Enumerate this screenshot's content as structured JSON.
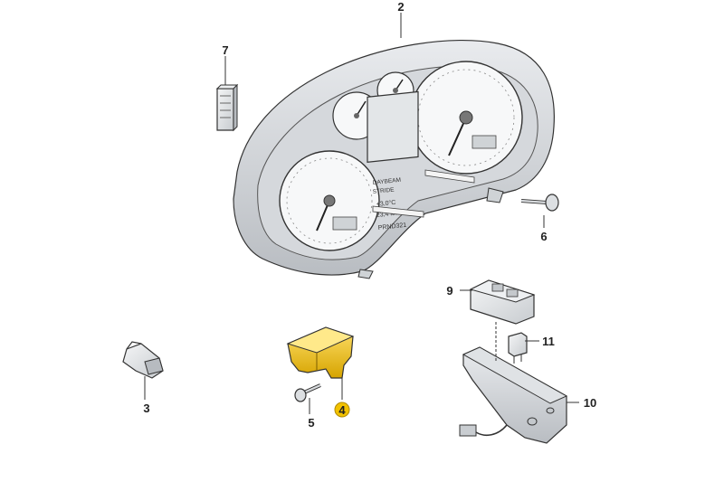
{
  "diagram": {
    "parts": [
      {
        "number": "2",
        "icon": "instrument-cluster-icon"
      },
      {
        "number": "3",
        "icon": "connector-plug-icon"
      },
      {
        "number": "4",
        "icon": "bracket-icon",
        "highlight": "#f2c200"
      },
      {
        "number": "5",
        "icon": "screw-icon"
      },
      {
        "number": "6",
        "icon": "screw-icon"
      },
      {
        "number": "7",
        "icon": "bulb-socket-icon"
      },
      {
        "number": "9",
        "icon": "switch-module-icon"
      },
      {
        "number": "10",
        "icon": "housing-icon"
      },
      {
        "number": "11",
        "icon": "relay-icon"
      }
    ],
    "display_text": {
      "line1": "DAYBEAM",
      "line2": "STRIDE",
      "line3": "+3,0°C",
      "line4": "23,4 km",
      "line5": "PRND321"
    },
    "colors": {
      "line": "#333333",
      "part_fill": "#e6e8ea",
      "highlight": "#f2c200",
      "badge": "#f2c200"
    }
  }
}
